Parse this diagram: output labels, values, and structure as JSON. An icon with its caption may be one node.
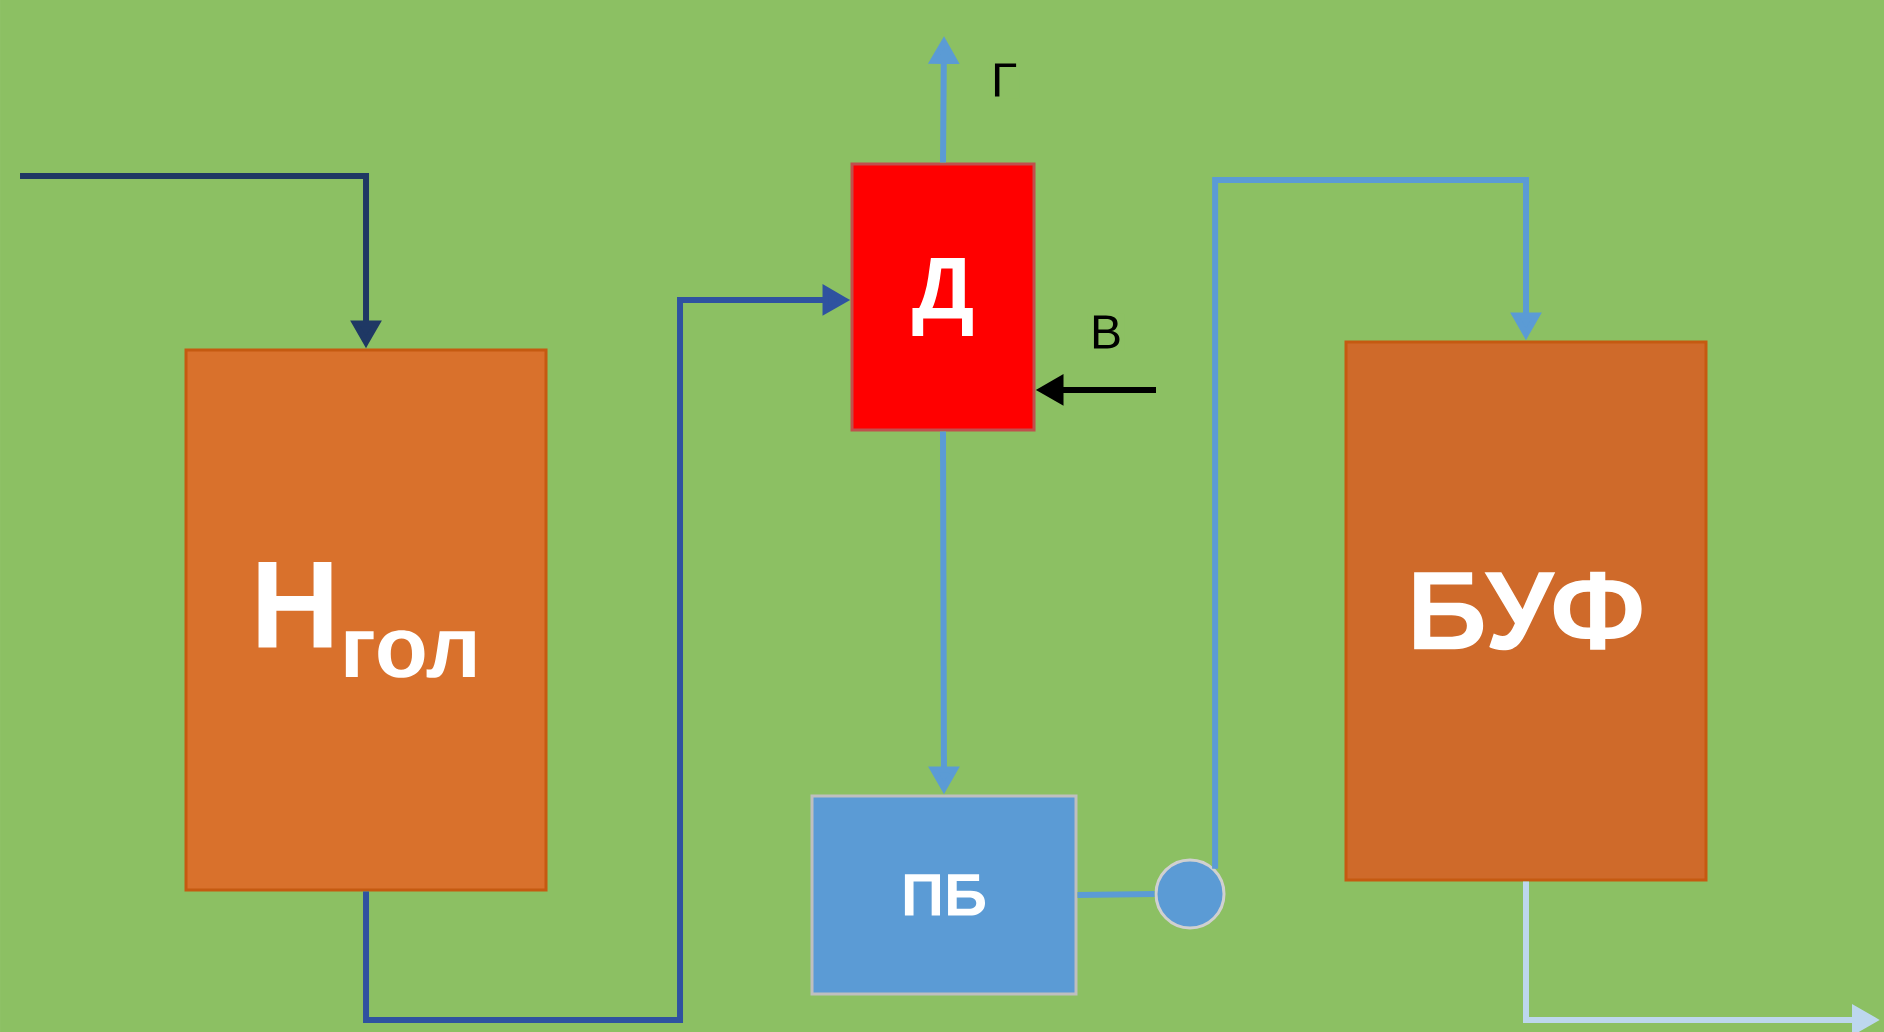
{
  "diagram": {
    "nodes": [
      {
        "text": [
          "Н$_{гол}$"
        ]
      },
      {
        "text": [
          "Д"
        ]
      },
      {
        "text": [
          "ПБ"
        ]
      },
      {
        "text": [],
        "shape": "circle"
      },
      {
        "text": [
          "БУФ"
        ]
      }
    ],
    "edges": [
      {
        "from": null,
        "to": 0,
        "arrow": "to",
        "color": "#1f3864"
      },
      {
        "from": 0,
        "to": 1,
        "arrow": "to",
        "color": "#2f52a0"
      },
      {
        "from": 1,
        "to": null,
        "arrow": "to",
        "label": "Г"
      },
      {
        "from": null,
        "to": 1,
        "arrow": "to",
        "label": "В",
        "color": "#000000"
      },
      {
        "from": 1,
        "to": 2,
        "arrow": "to"
      },
      {
        "from": 2,
        "to": 3,
        "arrow": "none"
      },
      {
        "from": 3,
        "to": 4,
        "arrow": "to"
      },
      {
        "from": 4,
        "to": null,
        "arrow": "to",
        "color": "#bdd7ee"
      }
    ]
  }
}
